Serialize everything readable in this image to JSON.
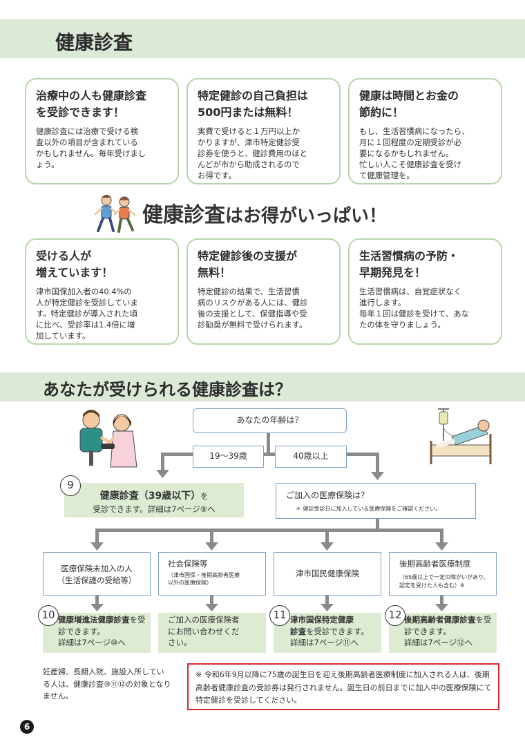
{
  "header": {
    "title": "健康診査"
  },
  "top_cards": [
    {
      "title": "治療中の人も健康診査\nを受診できます！",
      "body": "健康診査には治療で受ける検\n査以外の項目が含まれている\nかもしれません。毎年受けまし\nょう。"
    },
    {
      "title": "特定健診の自己負担は\n500円または無料！",
      "body": "実費で受けると１万円以上か\nかりますが、津市特定健診受\n診券を使うと、健診費用のほと\nんどが市から助成されるので\nお得です。"
    },
    {
      "title": "健康は時間とお金の\n節約に！",
      "body": "もし、生活習慣病になったら、\n月に１回程度の定期受診が必\n要になるかもしれません。\n忙しい人こそ健康診査を受け\nて健康管理を。"
    }
  ],
  "banner": {
    "main": "健康診査",
    "tail": "はお得がいっぱい！"
  },
  "bottom_cards": [
    {
      "title": "受ける人が\n増えています！",
      "body": "津市国保加入者の40.4%の\n人が特定健診を受診していま\nす。特定健診が導入された頃\nに比べ、受診率は1.4倍に増\n加しています。"
    },
    {
      "title": "特定健診後の支援が\n無料！",
      "body": "特定健診の結果で、生活習慣\n病のリスクがある人には、健診\n後の支援として、保健指導や受\n診勧奨が無料で受けられます。"
    },
    {
      "title": "生活習慣病の予防・\n早期発見を！",
      "body": "生活習慣病は、自覚症状なく\n進行します。\n毎年１回は健診を受けて、あな\nたの体を守りましょう。"
    }
  ],
  "section2": {
    "title": "あなたが受けられる健康診査は？"
  },
  "flow": {
    "age_question": "あなたの年齢は？",
    "age_young": "19～39歳",
    "age_old": "40歳以上",
    "young_badge": "9",
    "young_title": "健康診査（39歳以下）",
    "young_title_suffix": "を",
    "young_detail": "受診できます。詳細は7ページ⑨へ",
    "insurance_question": "ご加入の医療保険は？",
    "insurance_note": "＊ 健診受診日に加入している医療保険をご確認ください。",
    "categories": [
      {
        "name": "医療保険未加入の人\n（生活保護の受給等）",
        "sub": ""
      },
      {
        "name": "社会保険等",
        "sub": "（津市国保・後期高齢者医療\n以外の医療保険）"
      },
      {
        "name": "津市国民健康保険",
        "sub": ""
      },
      {
        "name": "後期高齢者医療制度",
        "sub": "（65歳以上で一定の障がいがあり、\n認定を受けた人も含む）※"
      }
    ],
    "results": [
      {
        "badge": "10",
        "bold": "健康増進法健康診査",
        "rest": "を受診できます。\n詳細は7ページ⑩へ"
      },
      {
        "badge": "",
        "bold": "",
        "rest": "ご加入の医療保険者\nにお問い合わせくだ\nさい。"
      },
      {
        "badge": "11",
        "bold": "津市国保特定健康\n診査",
        "rest": "を受診できます。\n詳細は7ページ⑪へ"
      },
      {
        "badge": "12",
        "bold": "後期高齢者健康診査",
        "rest": "を受診できます。\n詳細は7ページ⑫へ"
      }
    ]
  },
  "footnote_left": "妊産婦、長期入院、施設入所してい\nる人は、健康診査⑩⑪⑫の対象となり\nません。",
  "warning": "※ 令和6年9月以降に75歳の誕生日を迎え後期高齢者医療制度に加入される人は、後期高齢者健康診査の受診券は発行されません。誕生日の前日までに加入中の医療保険にて特定健診を受診してください。",
  "page_number": "6",
  "colors": {
    "band": "#dbe9d6",
    "card_border": "#b7d5a8",
    "box_border": "#7aa0c8",
    "arrow": "#8a8a8a",
    "warn_border": "#d7262b"
  },
  "icons": [
    "walking-couple-illustration",
    "nurse-patient-illustration",
    "bedridden-patient-illustration"
  ]
}
